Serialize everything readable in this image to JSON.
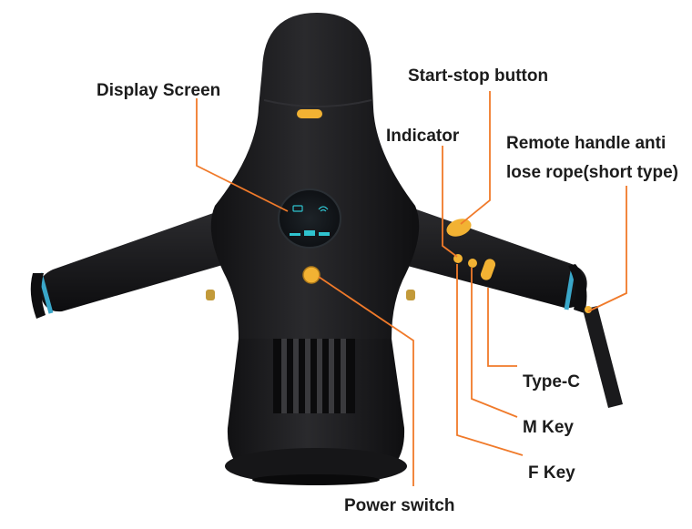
{
  "labels": {
    "display_screen": "Display Screen",
    "start_stop_button": "Start-stop button",
    "indicator": "Indicator",
    "remote_handle_line1": "Remote handle anti",
    "remote_handle_line2": "lose rope(short type)",
    "type_c": "Type-C",
    "m_key": "M Key",
    "f_key": "F Key",
    "power_switch": "Power switch"
  },
  "colors": {
    "leader_line": "#f07a2a",
    "body": "#1c1c1e",
    "accent_orange": "#f2b233",
    "ring_blue": "#3aa7c9",
    "screen_teal": "#2fc3cf"
  }
}
